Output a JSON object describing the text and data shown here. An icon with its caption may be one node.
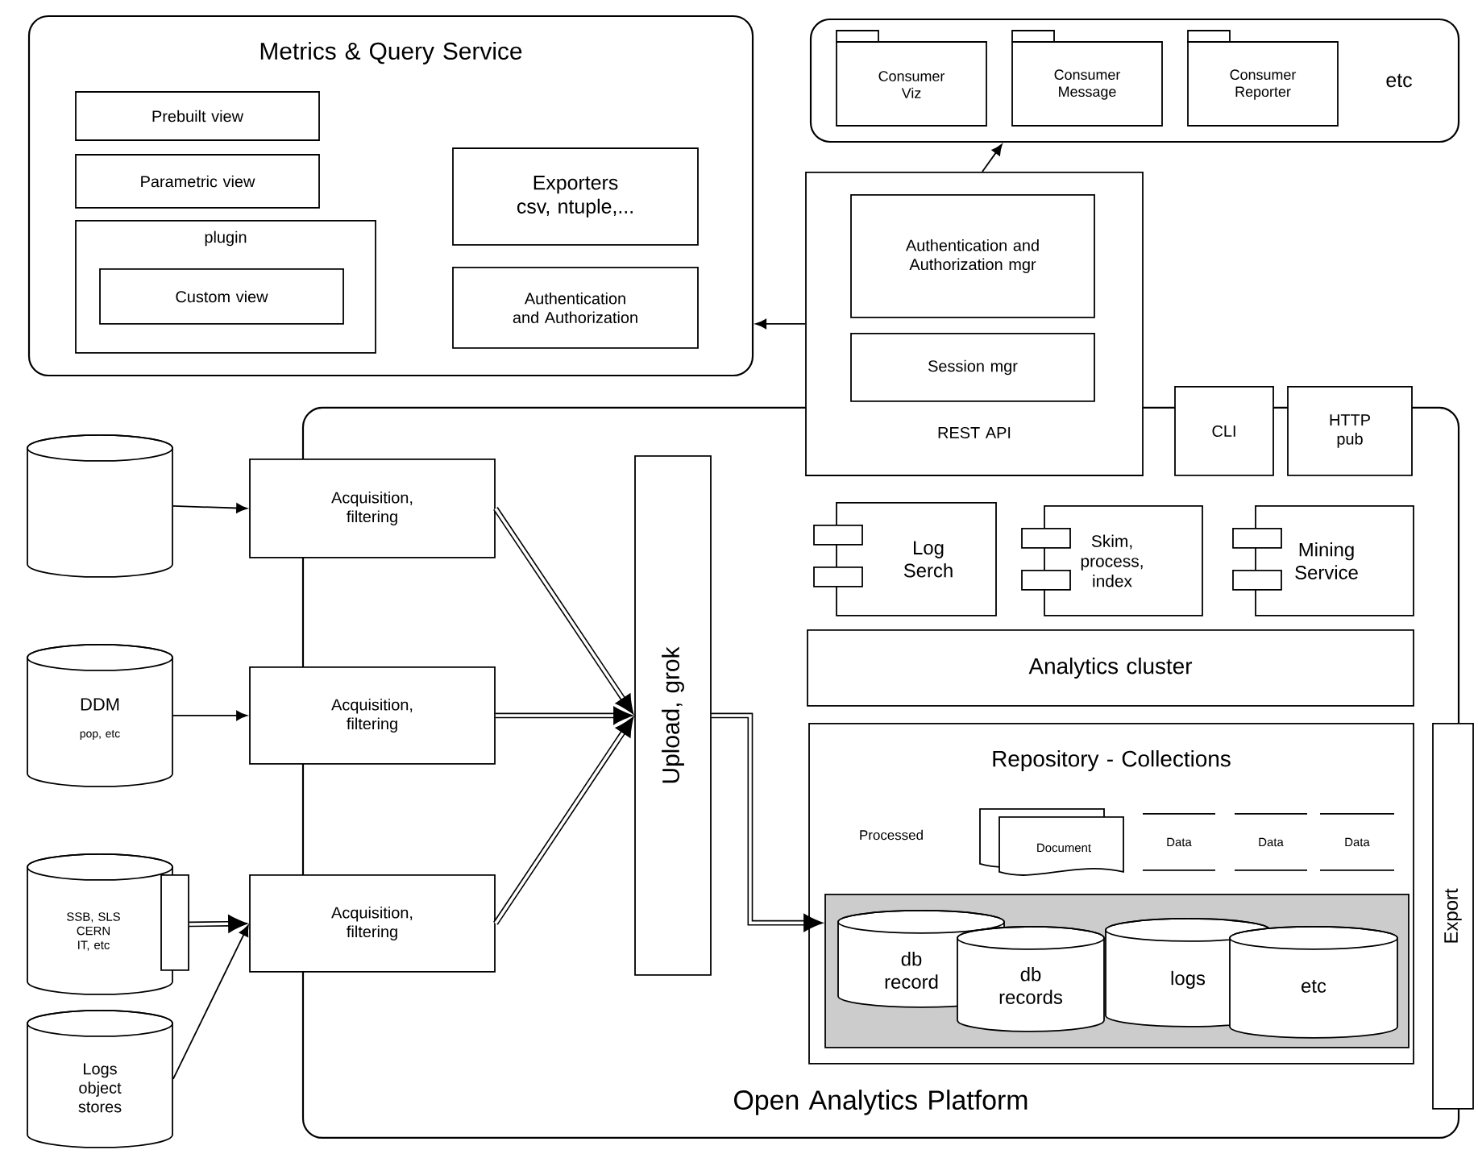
{
  "diagram": {
    "nodes": [
      {
        "text": [
          "Metrics & Query Service"
        ]
      },
      {
        "text": [
          "Prebuilt view"
        ],
        "in": 0
      },
      {
        "text": [
          "Parametric view"
        ],
        "in": 0
      },
      {
        "text": [
          "plugin"
        ],
        "in": 0
      },
      {
        "text": [
          "Custom view"
        ],
        "in": 3
      },
      {
        "text": [
          "Exporters csv, ntuple,..."
        ],
        "in": 0
      },
      {
        "text": [
          "Authentication and Authorization"
        ],
        "in": 0
      },
      {
        "text": [
          "etc"
        ]
      },
      {
        "text": [
          "Consumer Viz"
        ],
        "in": 7
      },
      {
        "text": [
          "Consumer Message"
        ],
        "in": 7
      },
      {
        "text": [
          "Consumer Reporter"
        ],
        "in": 7
      },
      {
        "text": [
          "Open Analytics Platform"
        ]
      },
      {
        "text": [
          "REST API"
        ]
      },
      {
        "text": [
          "Authentication and Authorization mgr"
        ],
        "in": 12
      },
      {
        "text": [
          "Session mgr"
        ],
        "in": 12
      },
      {
        "text": [
          "CLI"
        ]
      },
      {
        "text": [
          "HTTP pub"
        ]
      },
      {
        "text": [],
        "shape": "cylinder"
      },
      {
        "text": [
          "Acquisition, filtering"
        ]
      },
      {
        "text": [
          "DDM",
          "pop, etc"
        ]
      },
      {
        "text": [
          "Acquisition, filtering"
        ]
      },
      {
        "text": [
          "SSB, SLS CERN IT, etc"
        ]
      },
      {
        "text": [
          "Acquisition, filtering"
        ]
      },
      {
        "text": [
          "Logs object stores"
        ]
      },
      {
        "text": [
          "Upload, grok"
        ],
        "in": 11
      },
      {
        "text": [
          "Log Serch"
        ],
        "in": 11
      },
      {
        "text": [
          "Skim, process, index"
        ],
        "in": 11
      },
      {
        "text": [
          "Mining Service"
        ],
        "in": 11
      },
      {
        "text": [
          "Analytics cluster"
        ],
        "in": 11
      },
      {
        "text": [
          "Repository - Collections"
        ],
        "in": 11
      },
      {
        "text": [
          "Document"
        ],
        "in": 29
      },
      {
        "text": [
          "Data"
        ],
        "in": 29
      },
      {
        "text": [
          "Data"
        ],
        "in": 29
      },
      {
        "text": [
          "Data"
        ],
        "in": 29
      },
      {
        "text": [],
        "shape": "box",
        "in": 29
      },
      {
        "text": [
          "db record"
        ],
        "in": 34
      },
      {
        "text": [
          "db records"
        ],
        "in": 34
      },
      {
        "text": [
          "logs"
        ],
        "in": 34
      },
      {
        "text": [
          "etc"
        ],
        "in": 34
      },
      {
        "text": [
          "Export"
        ]
      }
    ],
    "edges": [
      {
        "from": 17,
        "to": 18,
        "arrow": "to"
      },
      {
        "from": 19,
        "to": 20,
        "arrow": "to"
      },
      {
        "from": 21,
        "to": 22,
        "arrow": "to",
        "style": "thick"
      },
      {
        "from": 23,
        "to": 22,
        "arrow": "to"
      },
      {
        "from": 18,
        "to": 24,
        "arrow": "to",
        "style": "thick"
      },
      {
        "from": 20,
        "to": 24,
        "arrow": "to",
        "style": "thick"
      },
      {
        "from": 22,
        "to": 24,
        "arrow": "to",
        "style": "thick"
      },
      {
        "from": 24,
        "to": 34,
        "arrow": "to",
        "style": "thick"
      },
      {
        "from": 12,
        "to": 0,
        "arrow": "to"
      },
      {
        "from": 12,
        "to": 7,
        "arrow": "to"
      }
    ],
    "labels": [
      "Processed"
    ]
  }
}
